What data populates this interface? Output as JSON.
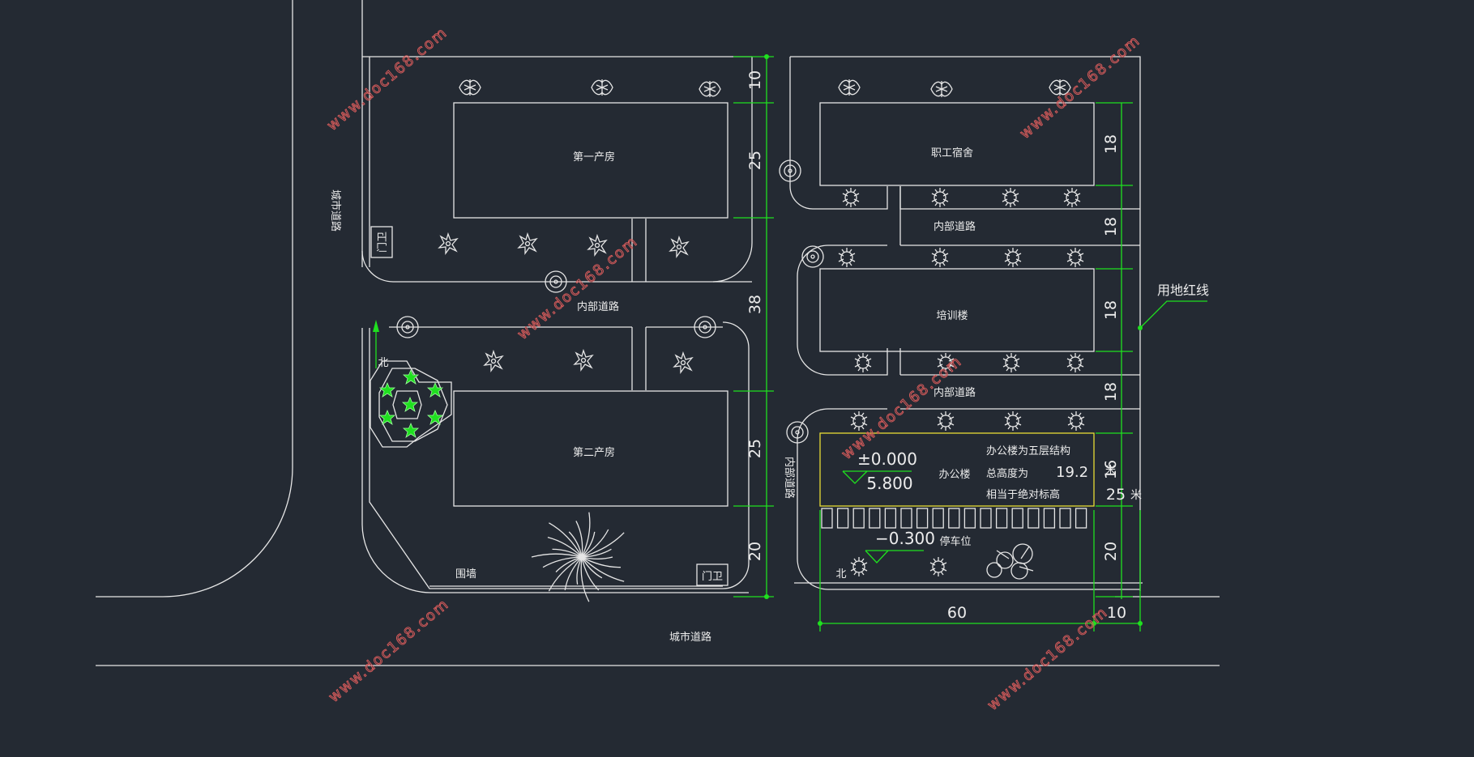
{
  "labels": {
    "building1": "第一产房",
    "building2": "第二产房",
    "dormitory": "职工宿舍",
    "training": "培训楼",
    "office": "办公楼",
    "inner_road_top": "内部道路",
    "inner_road_1": "内部道路",
    "inner_road_2": "内部道路",
    "inner_road_v": "内部道路",
    "city_road_left": "城市道路",
    "city_road_bottom": "城市道路",
    "gate_top": "门卫",
    "gate_bottom": "门卫",
    "wall": "围墙",
    "north": "北",
    "parking": "停车位",
    "redline": "用地红线",
    "mi": "米",
    "note1": "办公楼为五层结构",
    "note2": "总高度为",
    "note2_val": "19.2",
    "note3": "相当于绝对标高"
  },
  "elevations": {
    "pm": "±0.000",
    "abs": "5.800",
    "low": "−0.300"
  },
  "dims": {
    "left_col": [
      "10",
      "25",
      "38",
      "25",
      "20"
    ],
    "right_col": [
      "18",
      "18",
      "18",
      "18",
      "16",
      "20"
    ],
    "right_25": "25",
    "bottom": [
      "60",
      "10"
    ]
  },
  "watermark": "www.doc168.com",
  "colors": {
    "background": "#242a33",
    "line": "#e6e6e6",
    "dimension": "#1fe01f",
    "highlight": "#e8dc35",
    "watermark": "#d25a5a"
  }
}
